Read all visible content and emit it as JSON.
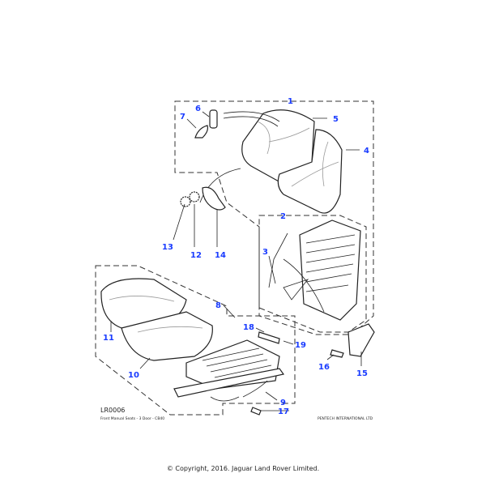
{
  "diagram": {
    "reference": "LR0006",
    "caption": "Front Manual Seats - 3 Door - CB40",
    "company": "PENTECH INTERNATIONAL LTD",
    "callouts": [
      "1",
      "2",
      "3",
      "4",
      "5",
      "6",
      "7",
      "8",
      "9",
      "10",
      "11",
      "12",
      "13",
      "14",
      "15",
      "16",
      "17",
      "18",
      "19"
    ],
    "callout_color": "#1a3cff"
  },
  "footer": {
    "copyright": "© Copyright, 2016. Jaguar Land Rover Limited."
  }
}
